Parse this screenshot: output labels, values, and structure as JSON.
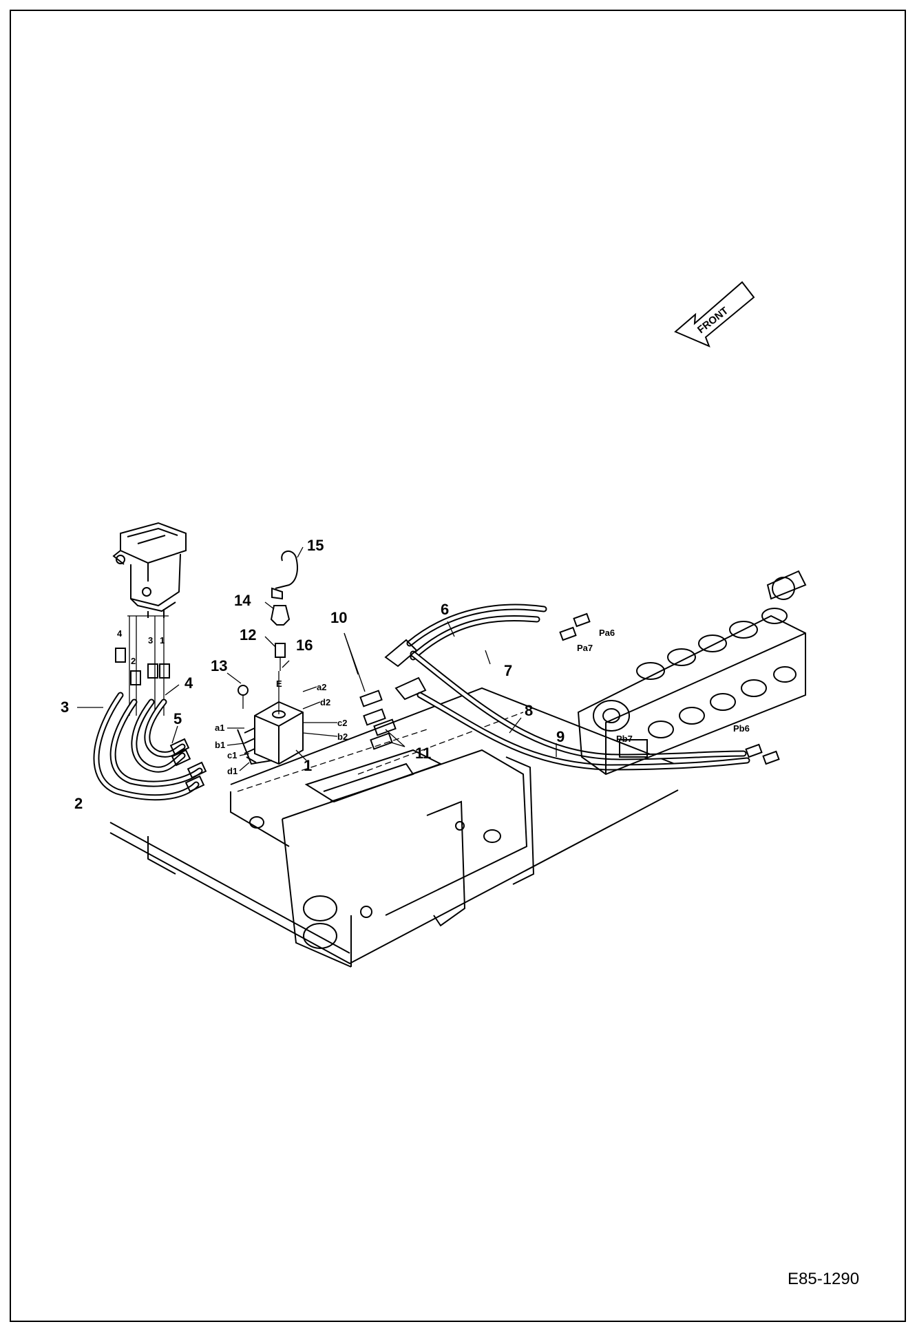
{
  "callouts": {
    "c1": "1",
    "c2": "2",
    "c3": "3",
    "c4": "4",
    "c5": "5",
    "c6": "6",
    "c7": "7",
    "c8": "8",
    "c9": "9",
    "c10": "10",
    "c11": "11",
    "c12": "12",
    "c13": "13",
    "c14": "14",
    "c15": "15",
    "c16": "16"
  },
  "ports": {
    "a1": "a1",
    "b1": "b1",
    "c1": "c1",
    "d1": "d1",
    "a2": "a2",
    "b2": "b2",
    "c2": "c2",
    "d2": "d2",
    "pa6": "Pa6",
    "pa7": "Pa7",
    "pb6": "Pb6",
    "pb7": "Pb7",
    "e": "E"
  },
  "pedal_ports": {
    "p4": "4",
    "p2": "2",
    "p3": "3",
    "p1": "1"
  },
  "front_label": "FRONT",
  "drawing_code": "E85-1290"
}
